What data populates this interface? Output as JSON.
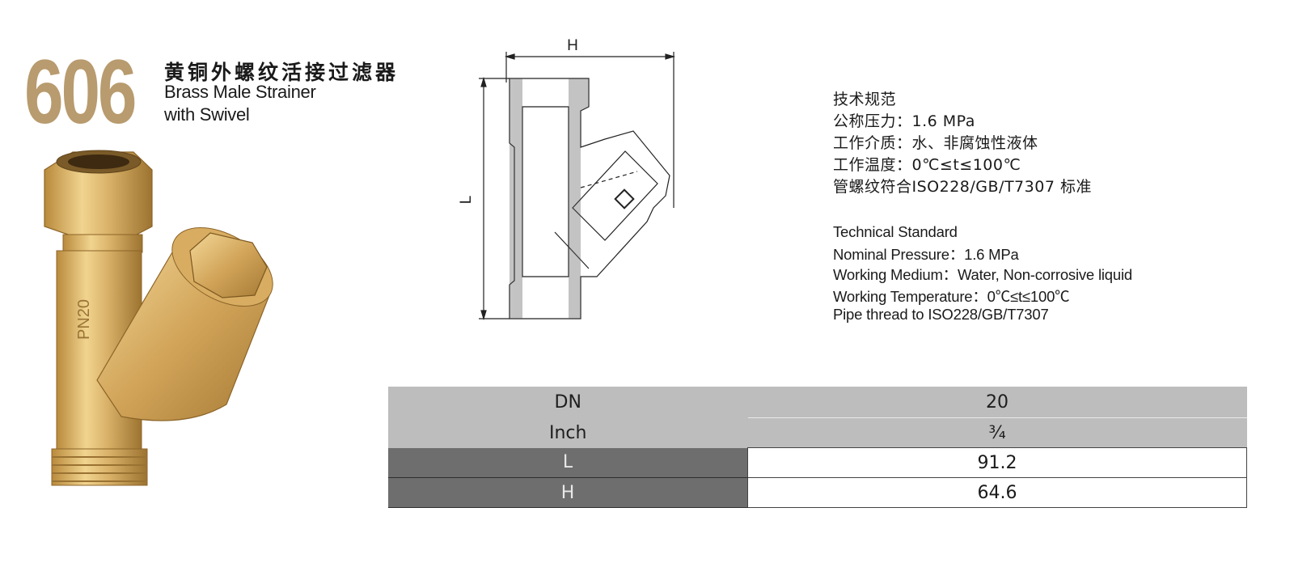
{
  "header": {
    "model": "606",
    "title_cn": "黄铜外螺纹活接过滤器",
    "title_en_line1": "Brass Male Strainer",
    "title_en_line2": "with Swivel"
  },
  "photo": {
    "marking": "PN20"
  },
  "drawing": {
    "dim_h": "H",
    "dim_l": "L"
  },
  "specs_cn": {
    "heading": "技术规范",
    "pressure": "公称压力：1.6 MPa",
    "medium": "工作介质：水、非腐蚀性液体",
    "temperature": "工作温度：0℃≤t≤100℃",
    "thread": "管螺纹符合ISO228/GB/T7307 标准"
  },
  "specs_en": {
    "heading": "Technical Standard",
    "pressure": "Nominal Pressure：1.6 MPa",
    "medium": "Working Medium：Water, Non-corrosive liquid",
    "temperature": "Working Temperature：0℃≤t≤100℃",
    "thread": "Pipe thread to ISO228/GB/T7307"
  },
  "table": {
    "rows": [
      {
        "label": "DN",
        "value": "20"
      },
      {
        "label": "Inch",
        "value": "¾"
      },
      {
        "label": "L",
        "value": "91.2"
      },
      {
        "label": "H",
        "value": "64.6"
      }
    ]
  },
  "colors": {
    "brass": "#c9a15a",
    "model_number": "#b89b6e",
    "table_light": "#bdbdbd",
    "table_dark": "#6e6e6e"
  }
}
